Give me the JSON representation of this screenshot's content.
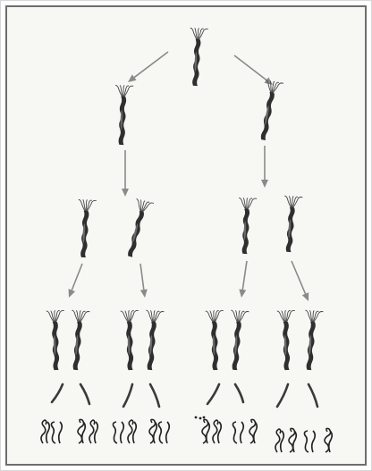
{
  "figure": {
    "description_visible_text": "",
    "lineage": {
      "generations": [
        {
          "level": 0,
          "cells": [
            "mother"
          ]
        },
        {
          "level": 1,
          "cells": [
            "daughter-left",
            "daughter-right"
          ]
        },
        {
          "level": 2,
          "cells": [
            "g2-a",
            "g2-b",
            "g2-c",
            "g2-d"
          ]
        },
        {
          "level": 3,
          "cells": [
            "g3-a1",
            "g3-a2",
            "g3-b1",
            "g3-b2",
            "g3-c1",
            "g3-c2",
            "g3-d1",
            "g3-d2"
          ]
        }
      ],
      "coiled_forms_count": 16
    },
    "colors": {
      "arrow": "#8a8a8a",
      "cell": "#2f2f2f",
      "frame": "#6e6e6e",
      "background": "#f7f7f4"
    }
  }
}
